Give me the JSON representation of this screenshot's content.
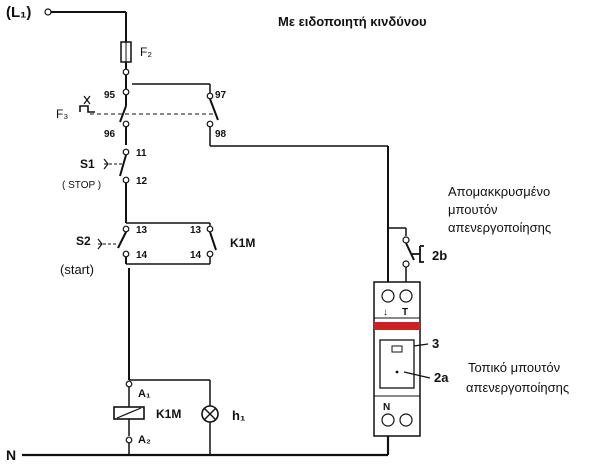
{
  "title": "Με ειδοποιητή κινδύνου",
  "line_label": "(L₁)",
  "neutral_label": "N",
  "fuse_label": "F₂",
  "thermal_label": "F₃",
  "thermal_terminals": [
    "95",
    "96",
    "97",
    "98"
  ],
  "stop_button": {
    "label": "S1",
    "caption": "( STOP )",
    "terminals": [
      "11",
      "12"
    ]
  },
  "start_button": {
    "label": "S2",
    "caption": "(start)",
    "terminals": [
      "13",
      "14"
    ]
  },
  "aux_contact": {
    "label": "K1M",
    "terminals": [
      "13",
      "14"
    ]
  },
  "coil": {
    "label": "K1M",
    "terminals": [
      "A₁",
      "A₂"
    ]
  },
  "lamp": {
    "label": "h₁"
  },
  "remote_reset": {
    "caption_lines": [
      "Απομακκρυσμένο",
      "μπουτόν",
      "απενεργοποίησης"
    ],
    "label": "2b"
  },
  "local_reset": {
    "caption_lines": [
      "Τοπικό μπουτόν",
      "απενεργοποίησης"
    ],
    "label": "2a"
  },
  "device": {
    "top_terminals": [
      "↓",
      "T"
    ],
    "bottom_terminal": "N",
    "indicator_label": "3"
  }
}
